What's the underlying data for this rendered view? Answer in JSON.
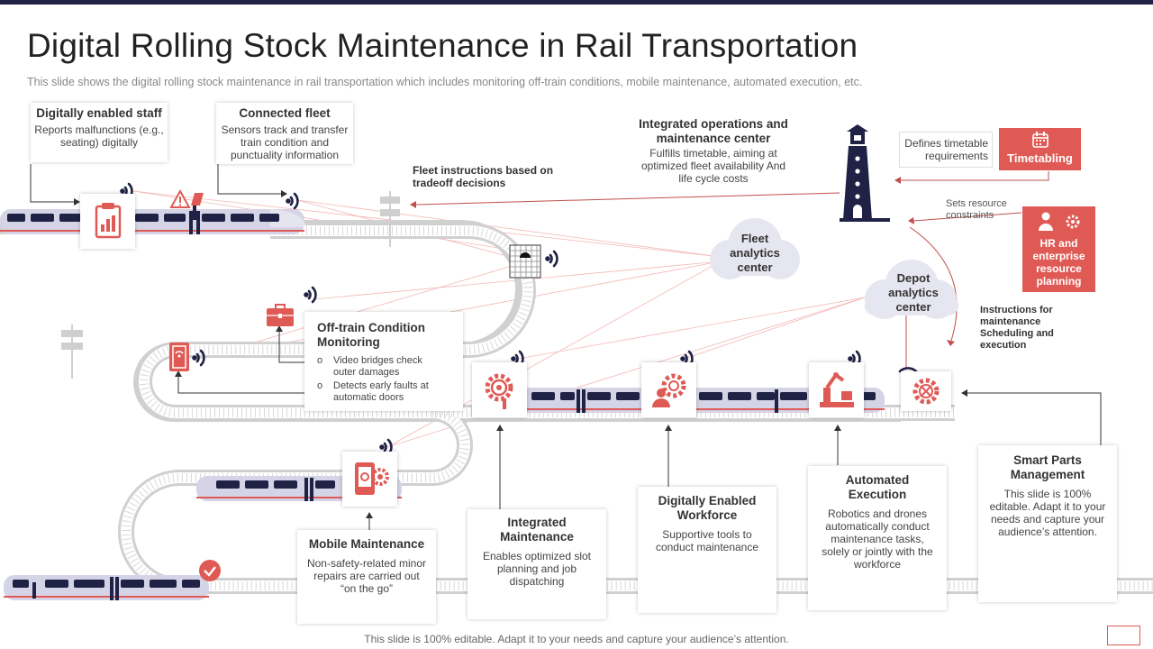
{
  "title": "Digital Rolling Stock Maintenance in Rail Transportation",
  "subtitle": "This slide shows the digital rolling stock maintenance in rail transportation which includes monitoring off-train conditions, mobile maintenance, automated execution, etc.",
  "footer": "This slide is 100% editable. Adapt it to your needs and capture your audience’s attention.",
  "colors": {
    "accent": "#e05a55",
    "navy": "#1f2145",
    "train_body": "#d4d4e6",
    "track": "#cccccc"
  },
  "cards": {
    "digitally_enabled_staff": {
      "title": "Digitally enabled staff",
      "body": "Reports malfunctions (e.g., seating) digitally"
    },
    "connected_fleet": {
      "title": "Connected fleet",
      "body": "Sensors track and transfer train condition and punctuality information"
    },
    "off_train": {
      "title": "Off-train Condition Monitoring",
      "bullet_1": "Video bridges check outer damages",
      "bullet_2": "Detects early faults at automatic doors",
      "bullet_marker": "o"
    },
    "mobile_maintenance": {
      "title": "Mobile Maintenance",
      "body": "Non-safety-related minor repairs are carried out “on the go”"
    },
    "integrated_maintenance": {
      "title": "Integrated Maintenance",
      "body": "Enables optimized slot planning and job dispatching"
    },
    "digitally_enabled_workforce": {
      "title": "Digitally Enabled Workforce",
      "body": "Supportive tools to conduct maintenance"
    },
    "automated_execution": {
      "title": "Automated Execution",
      "body": "Robotics and drones automatically conduct maintenance tasks, solely or jointly with the workforce"
    },
    "smart_parts": {
      "title": "Smart Parts Management",
      "body": "This slide is 100% editable. Adapt it to your needs and capture your audience’s attention."
    }
  },
  "integrated_ops": {
    "title": "Integrated operations and maintenance center",
    "body": "Fulfills timetable, aiming at optimized fleet availability And life cycle costs"
  },
  "notes": {
    "fleet_instructions": "Fleet instructions based on tradeoff decisions",
    "defines_timetable": "Defines timetable requirements",
    "sets_resource": "Sets resource constraints",
    "instructions_maintenance": "Instructions for maintenance Scheduling and execution"
  },
  "boxes": {
    "timetabling": "Timetabling",
    "hr": "HR and enterprise resource planning"
  },
  "clouds": {
    "fleet_analytics": "Fleet analytics center",
    "depot_analytics": "Depot analytics center"
  },
  "icons": [
    "clipboard-chart-icon",
    "warning-icon",
    "tunnel-camera-icon",
    "toolbox-icon",
    "door-sensor-icon",
    "gear-head-icon",
    "person-gear-icon",
    "robot-arm-icon",
    "gear-icon",
    "phone-gear-icon",
    "checkmark-icon",
    "lighthouse-icon",
    "calendar-icon",
    "people-icon",
    "signal-icon",
    "wifi-icon"
  ]
}
